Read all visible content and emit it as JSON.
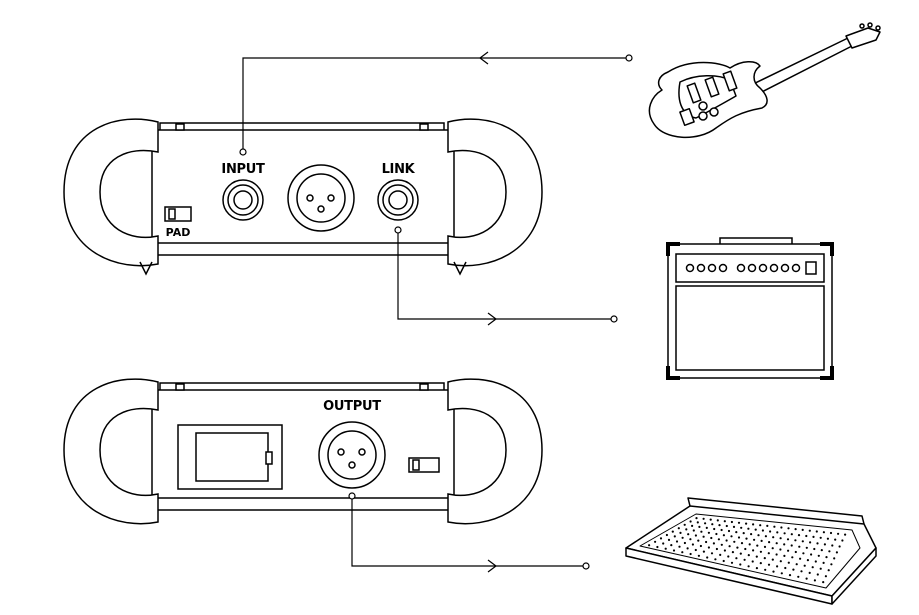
{
  "labels": {
    "input": "INPUT",
    "link": "LINK",
    "pad": "PAD",
    "output": "OUTPUT"
  },
  "colors": {
    "stroke": "#000000",
    "background": "#ffffff",
    "fill_light": "#ffffff"
  }
}
